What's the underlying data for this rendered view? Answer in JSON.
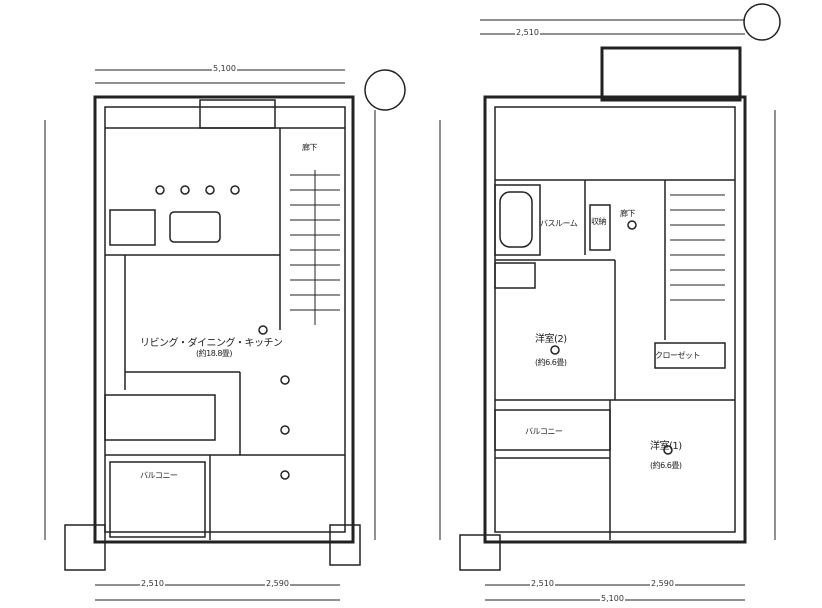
{
  "floor_left": {
    "ldk_label": "リビング・ダイニング・キッチン",
    "ldk_size": "(約18.8畳)",
    "hall_label": "廊下",
    "balcony_label": "バルコニー",
    "dim_top_total": "5,100",
    "dim_bottom_left": "2,510",
    "dim_bottom_right": "2,590"
  },
  "floor_right": {
    "bath_label": "バスルーム",
    "hall_label": "廊下",
    "storage_label": "収納",
    "room2_label": "洋室(2)",
    "room2_size": "(約6.6畳)",
    "room1_label": "洋室(1)",
    "room1_size": "(約6.6畳)",
    "balcony_label": "バルコニー",
    "closet_label": "クローゼット",
    "dim_top_left": "2,510",
    "dim_bottom_left": "2,510",
    "dim_bottom_right": "2,590",
    "dim_bottom_total": "5,100"
  }
}
